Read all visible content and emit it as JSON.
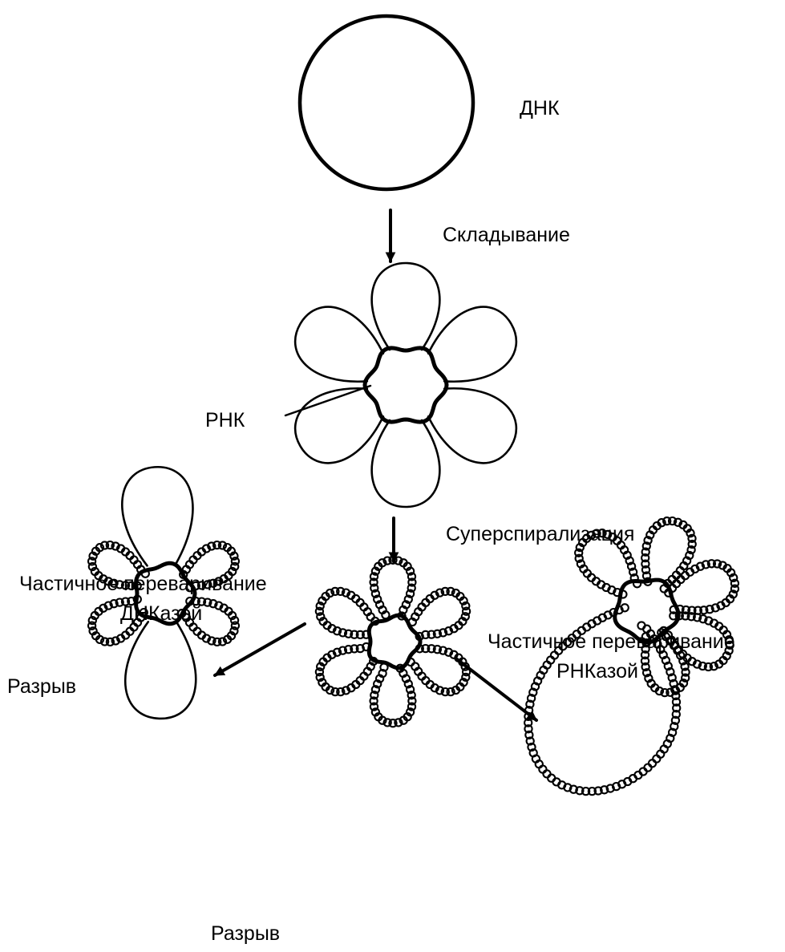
{
  "labels": {
    "dna": "ДНК",
    "folding": "Складывание",
    "rna": "РНК",
    "supercoiling": "Суперспирализация",
    "dnase_line1": "Частичное переваривание",
    "dnase_line2": "ДНКазой",
    "rnase_line1": "Частичное переваривание",
    "rnase_line2": "РНКазой",
    "break_top": "Разрыв",
    "break_bottom": "Разрыв"
  },
  "colors": {
    "ink": "#000000",
    "background": "#ffffff"
  }
}
